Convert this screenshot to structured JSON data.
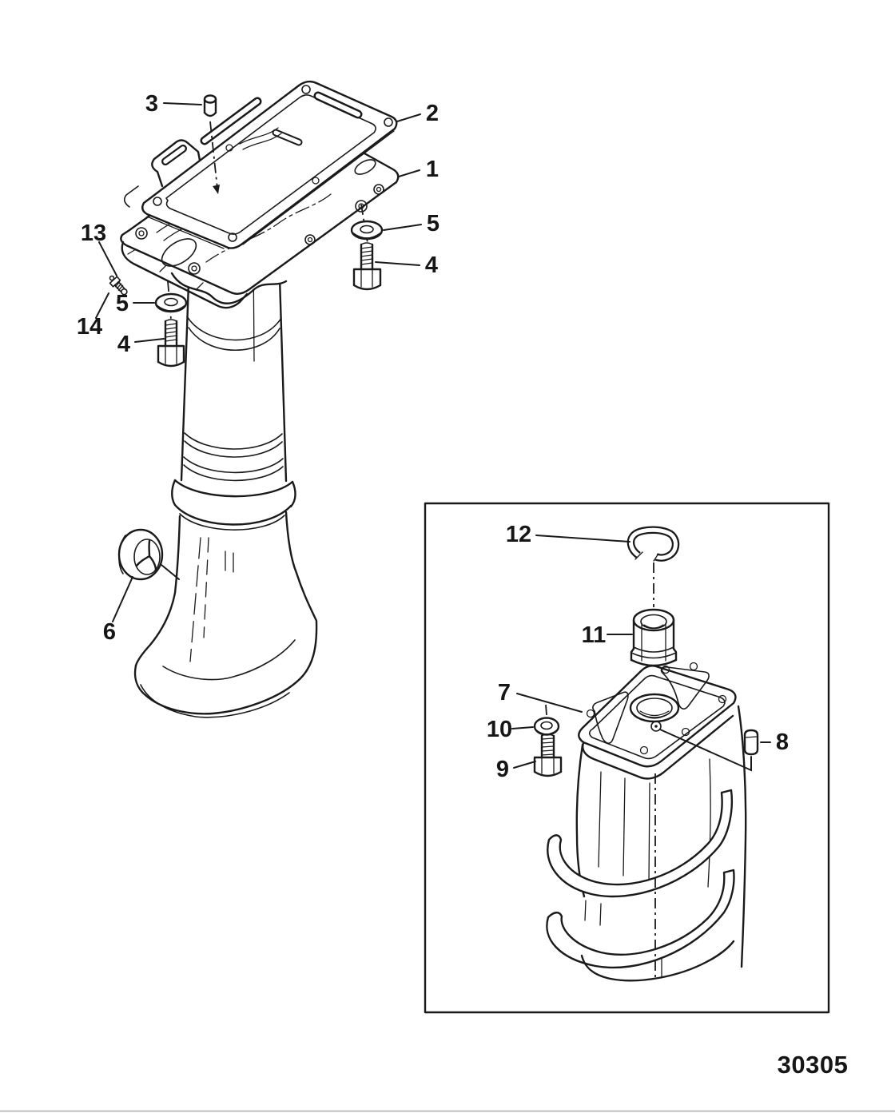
{
  "page": {
    "background": "#ffffff",
    "ink": "#1a1a1a",
    "scan_edge": "#c9c9c9"
  },
  "drawing_number": "30305",
  "callouts": {
    "item1": "1",
    "item2": "2",
    "item3": "3",
    "item4_right": "4",
    "item5_right": "5",
    "item4_left": "4",
    "item5_left": "5",
    "item6": "6",
    "item7": "7",
    "item8": "8",
    "item9": "9",
    "item10": "10",
    "item11": "11",
    "item12": "12",
    "item13": "13",
    "item14": "14"
  }
}
